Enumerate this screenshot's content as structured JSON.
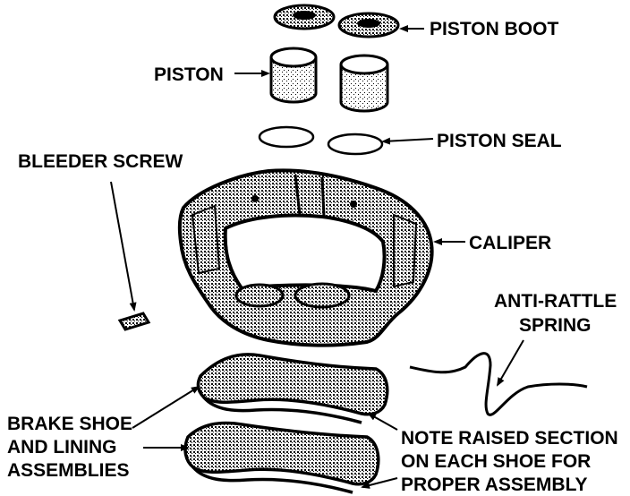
{
  "diagram": {
    "labels": {
      "piston_boot": "PISTON BOOT",
      "piston": "PISTON",
      "piston_seal": "PISTON SEAL",
      "bleeder_screw": "BLEEDER SCREW",
      "caliper": "CALIPER",
      "anti_rattle_spring_line1": "ANTI-RATTLE",
      "anti_rattle_spring_line2": "SPRING",
      "brake_shoe_line1": "BRAKE SHOE",
      "brake_shoe_line2": "AND LINING",
      "brake_shoe_line3": "ASSEMBLIES",
      "note_line1": "NOTE RAISED SECTION",
      "note_line2": "ON EACH SHOE FOR",
      "note_line3": "PROPER ASSEMBLY"
    }
  }
}
